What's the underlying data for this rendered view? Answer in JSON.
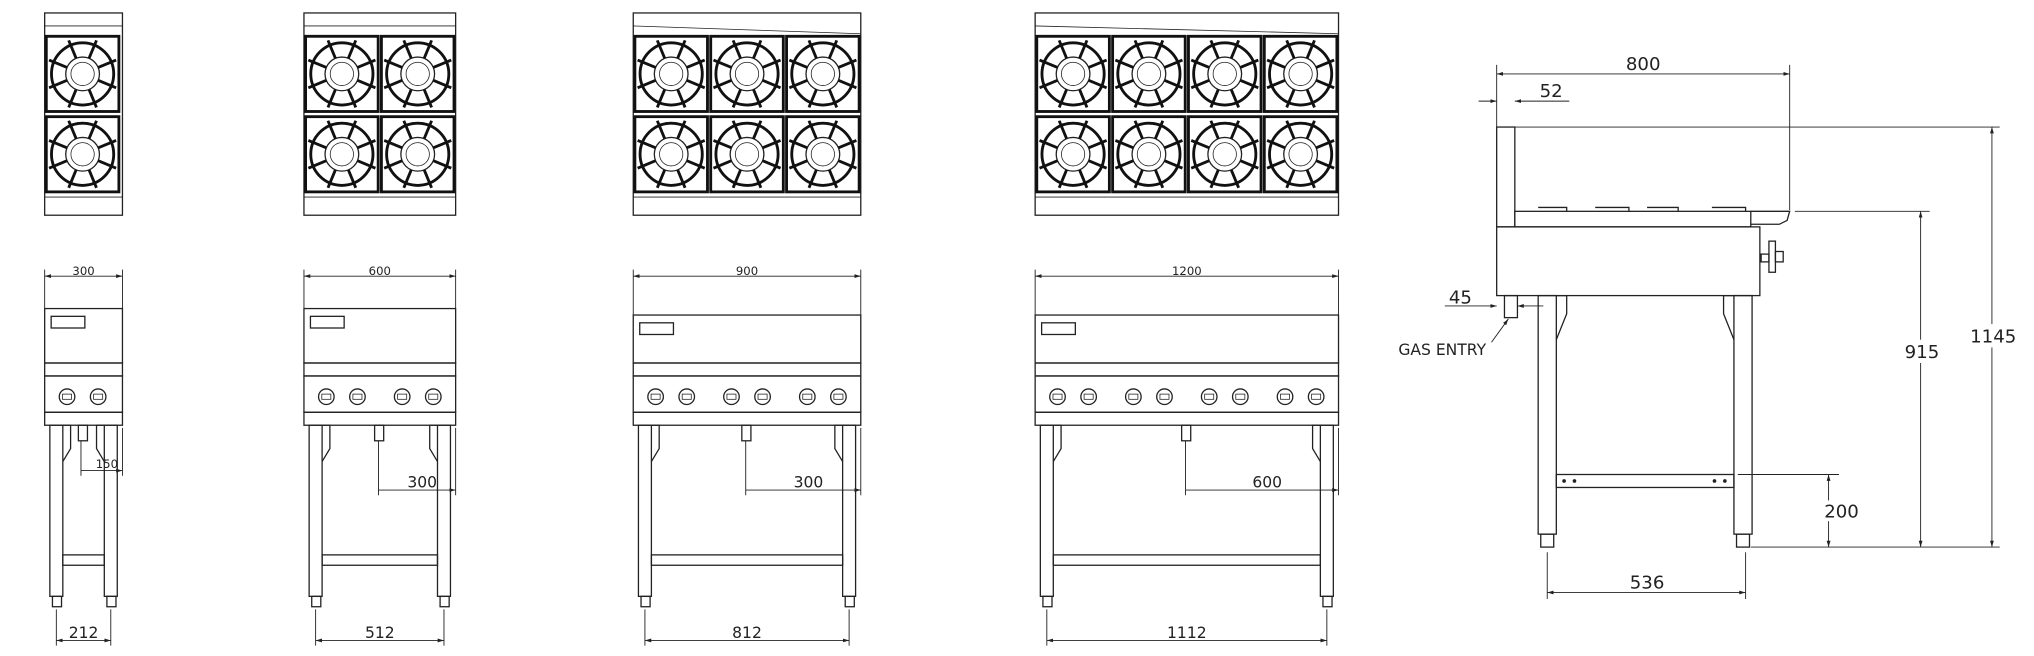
{
  "models": [
    {
      "burners_cols": 1,
      "width": "300",
      "leg_span": "212",
      "flue_offset": "150"
    },
    {
      "burners_cols": 2,
      "width": "600",
      "leg_span": "512",
      "flue_offset": "300"
    },
    {
      "burners_cols": 3,
      "width": "900",
      "leg_span": "812",
      "flue_offset": "300"
    },
    {
      "burners_cols": 4,
      "width": "1200",
      "leg_span": "1112",
      "flue_offset": "600"
    }
  ],
  "side_view": {
    "depth": "800",
    "backsplash_depth": "52",
    "gas_offset": "45",
    "gas_label": "GAS ENTRY",
    "total_height": "1145",
    "work_height": "915",
    "shelf_height": "200",
    "leg_depth": "536"
  },
  "colors": {
    "line": "#222222",
    "background": "#ffffff"
  }
}
